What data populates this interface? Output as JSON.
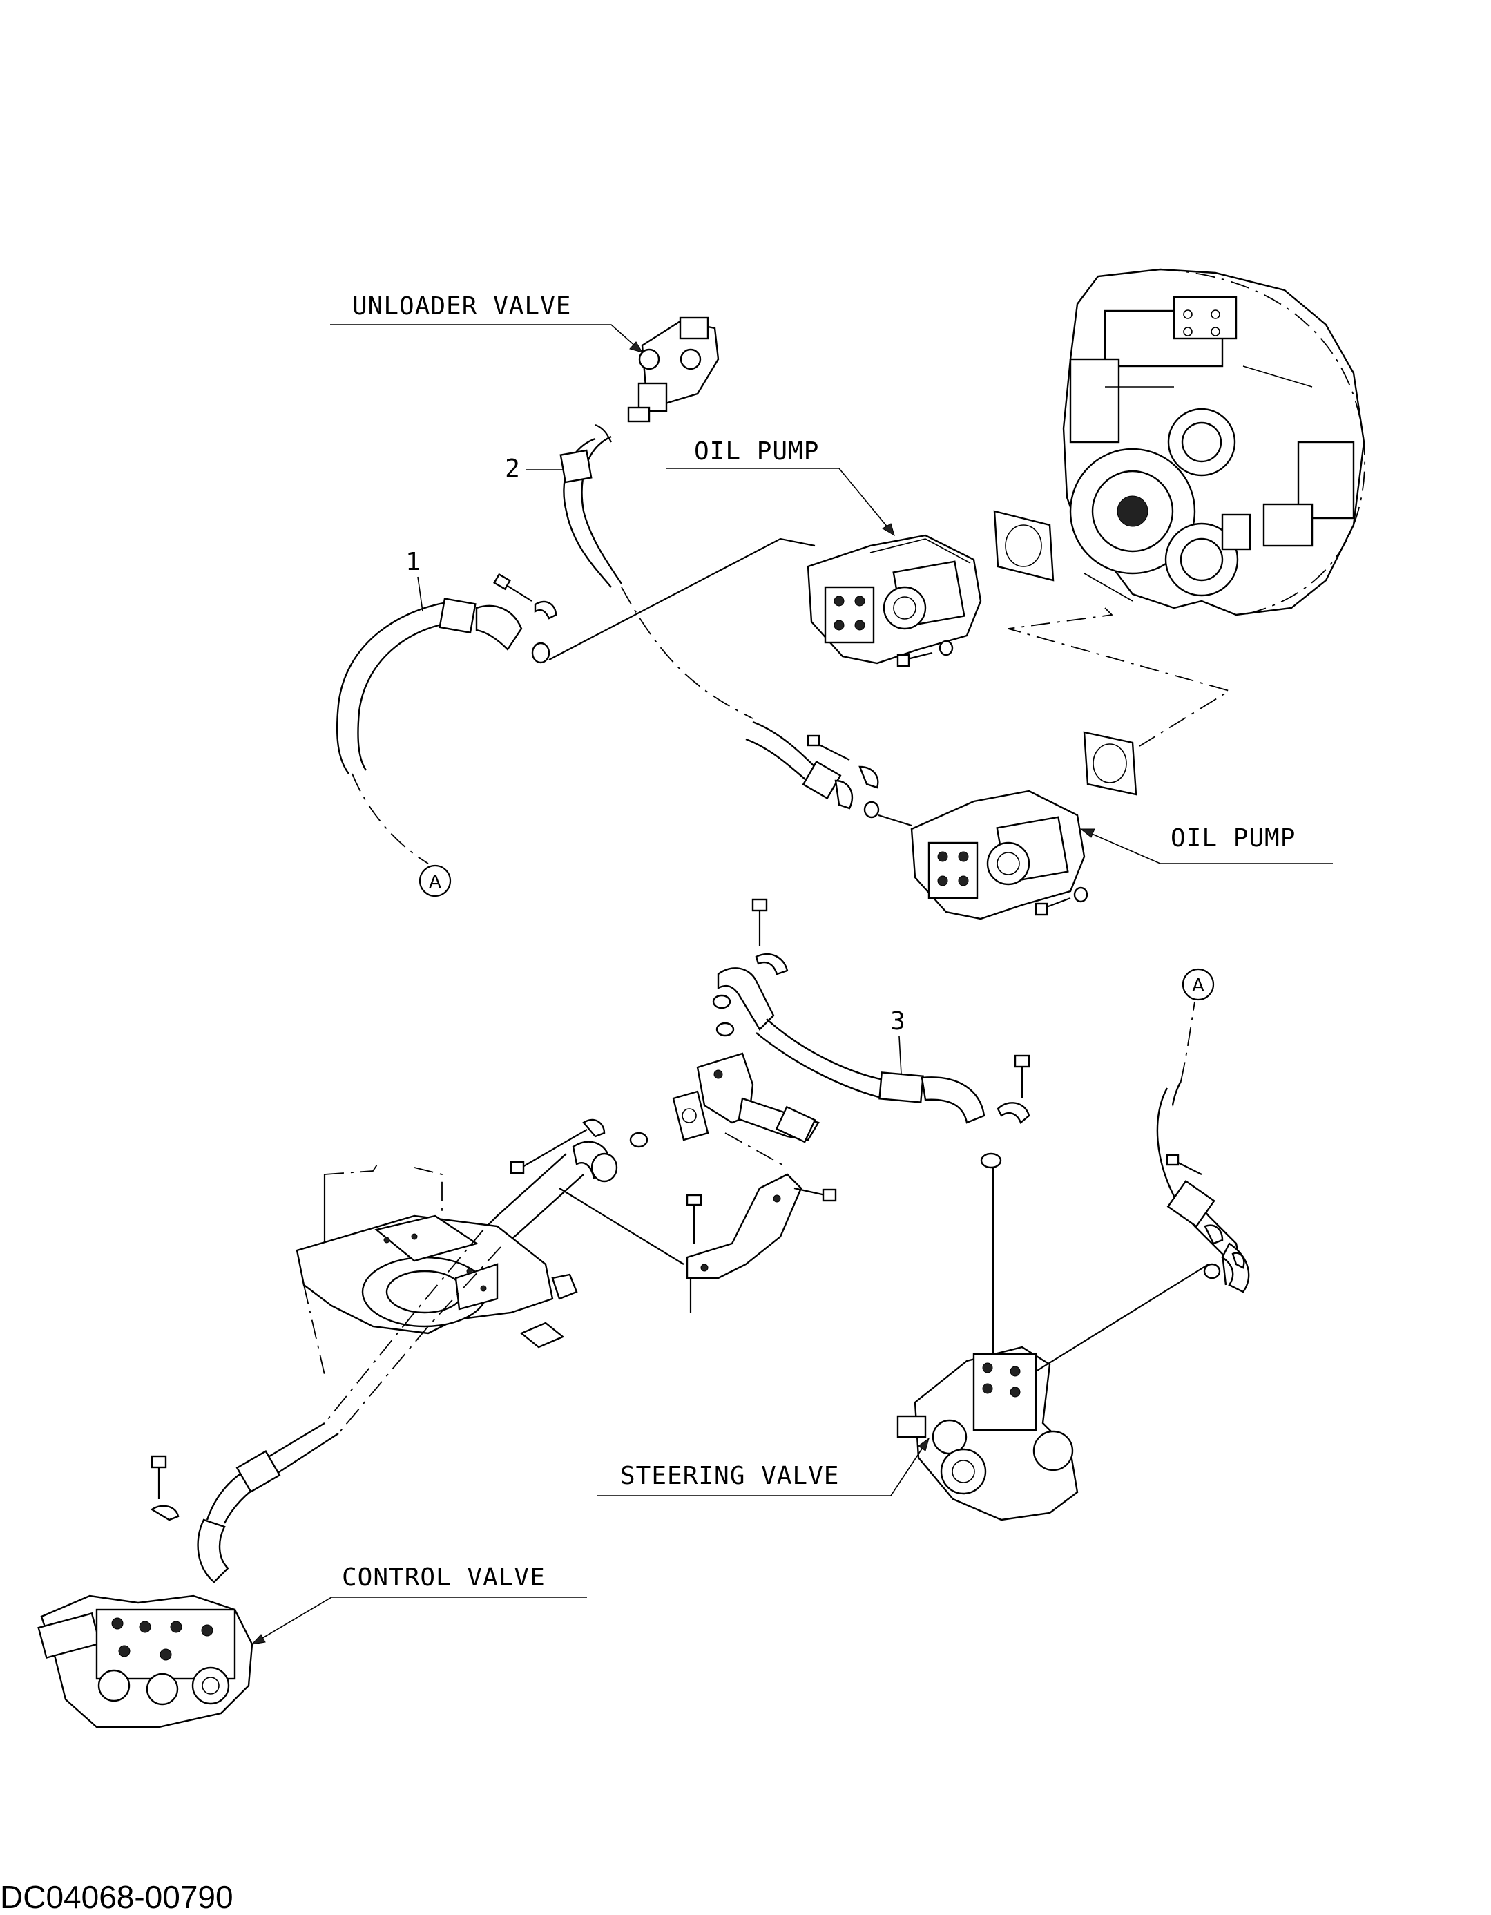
{
  "labels": {
    "unloader_valve": "UNLOADER VALVE",
    "oil_pump_upper": "OIL PUMP",
    "oil_pump_lower": "OIL PUMP",
    "steering_valve": "STEERING VALVE",
    "control_valve": "CONTROL VALVE"
  },
  "callouts": {
    "item_1": "1",
    "item_2": "2",
    "item_3": "3"
  },
  "connectors": {
    "a_upper": "A",
    "a_lower": "A"
  },
  "drawing_code": "DC04068-00790"
}
